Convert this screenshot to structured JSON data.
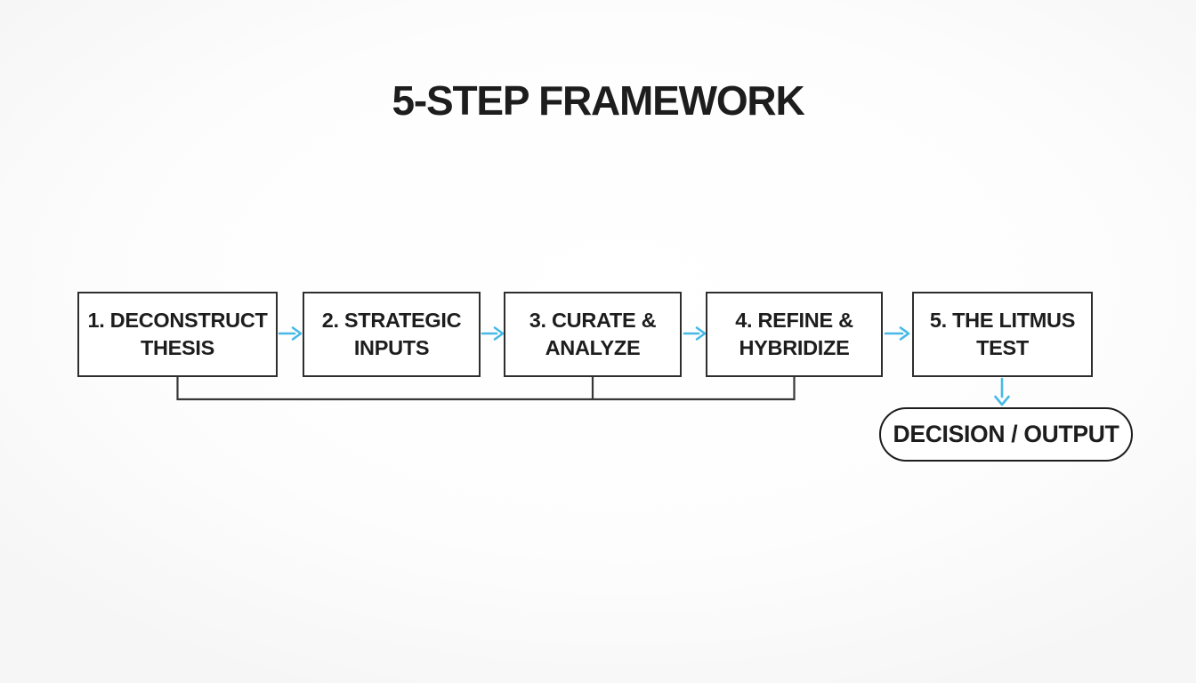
{
  "title": "5-STEP FRAMEWORK",
  "steps": [
    {
      "number": "1",
      "label": "1. DECONSTRUCT THESIS",
      "line1": "1. DECONSTRUCT",
      "line2": "THESIS"
    },
    {
      "number": "2",
      "label": "2. STRATEGIC INPUTS",
      "line1": "2. STRATEGIC",
      "line2": "INPUTS"
    },
    {
      "number": "3",
      "label": "3. CURATE & ANALYZE",
      "line1": "3. CURATE &",
      "line2": "ANALYZE"
    },
    {
      "number": "4",
      "label": "4. REFINE & HYBRIDIZE",
      "line1": "4. REFINE &",
      "line2": "HYBRIDIZE"
    },
    {
      "number": "5",
      "label": "5. THE LITMUS TEST",
      "line1": "5. THE LITMUS",
      "line2": "TEST"
    }
  ],
  "output": {
    "label": "DECISION / OUTPUT"
  },
  "connections": {
    "flow": "step1 -> step2 -> step3 -> step4 -> step5 -> decision-output",
    "feedback_bracket": "steps 1, 3 and 4 joined by a line below the row"
  },
  "colors": {
    "arrow": "#46b9e6",
    "connector": "#383838",
    "box_border": "#2e2e2e",
    "text": "#1d1d1d",
    "background": "#fbfbfb",
    "box_fill": "#ffffff"
  }
}
